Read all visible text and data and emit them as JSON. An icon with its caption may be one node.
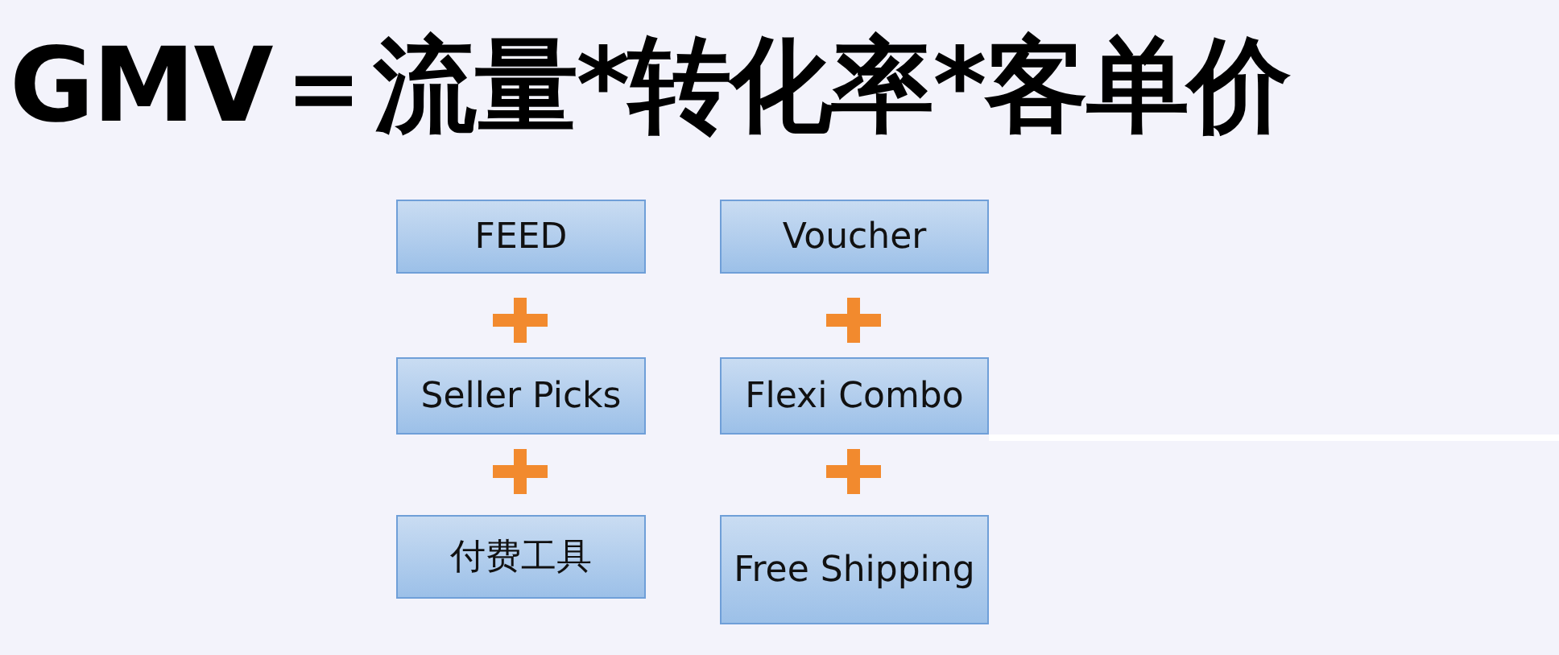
{
  "diagram": {
    "title": "GMV＝流量*转化率*客单价",
    "nodes": [
      {
        "text": [
          "FEED"
        ]
      },
      {
        "text": [
          "Voucher"
        ]
      },
      {
        "text": [
          "Seller Picks"
        ]
      },
      {
        "text": [
          "Flexi Combo"
        ]
      },
      {
        "text": [
          "付费工具"
        ]
      },
      {
        "text": [
          "Free Shipping"
        ]
      }
    ]
  }
}
